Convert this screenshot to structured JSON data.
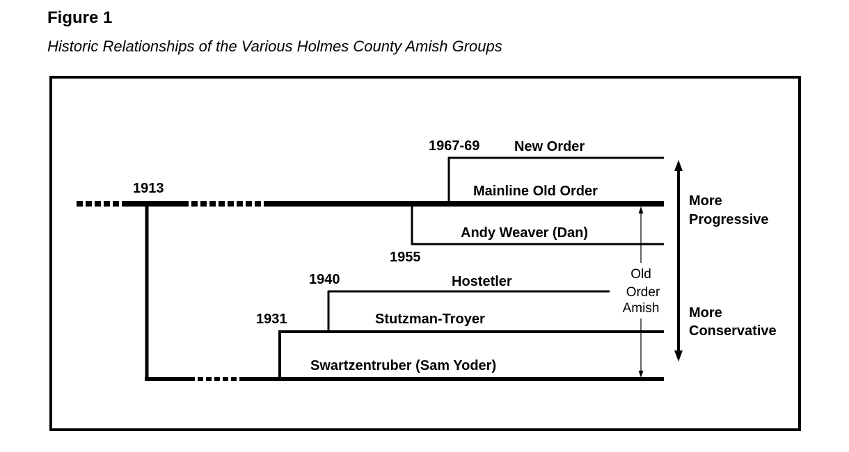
{
  "figure": {
    "label": "Figure 1",
    "caption": "Historic Relationships of the Various Holmes County Amish Groups"
  },
  "diagram": {
    "groups": {
      "new_order": "New Order",
      "mainline": "Mainline Old Order",
      "andy_weaver": "Andy Weaver (Dan)",
      "hostetler": "Hostetler",
      "stutzman": "Stutzman-Troyer",
      "swartzentruber": "Swartzentruber (Sam Yoder)"
    },
    "years": {
      "y1913": "1913",
      "y1931": "1931",
      "y1940": "1940",
      "y1955": "1955",
      "y1967": "1967-69"
    },
    "side_labels": {
      "progressive_1": "More",
      "progressive_2": "Progressive",
      "conservative_1": "More",
      "conservative_2": "Conservative"
    },
    "range_label": {
      "line1": "Old",
      "line2": "Order",
      "line3": "Amish"
    }
  }
}
